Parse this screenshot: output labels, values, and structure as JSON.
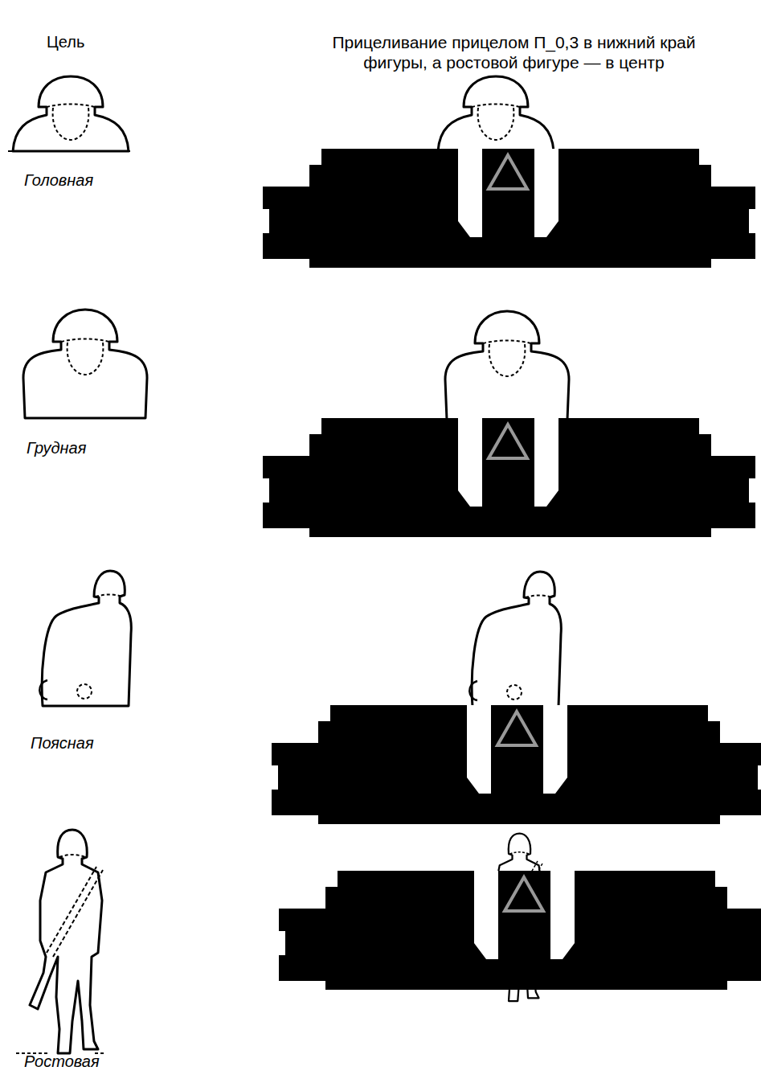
{
  "diagram": {
    "title": "Прицеливание прицелом П_0,3 в нижний край фигуры, а ростовой фигуре — в центр",
    "labels": [
      "Цель",
      "Головная",
      "Грудная",
      "Поясная",
      "Ростовая"
    ]
  }
}
